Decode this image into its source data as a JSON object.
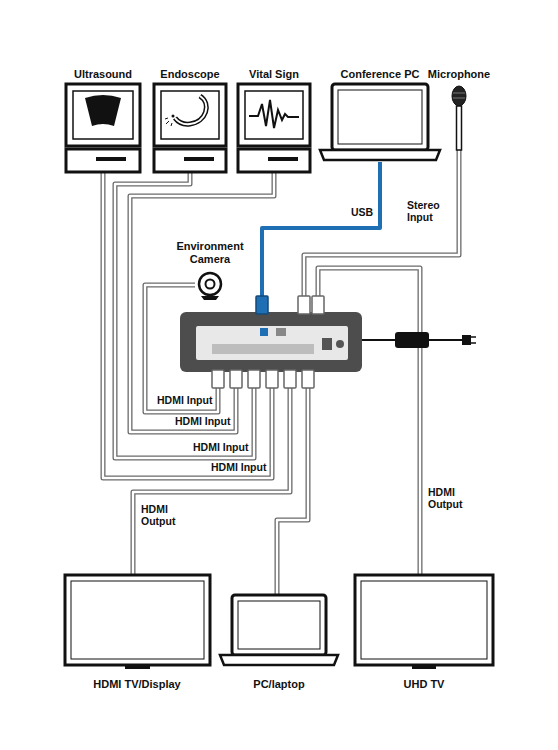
{
  "diagram": {
    "nodes": [
      {
        "text": [
          "Ultrasound"
        ]
      },
      {
        "text": [
          "Endoscope"
        ]
      },
      {
        "text": [
          "Vital Sign"
        ]
      },
      {
        "text": [
          "Conference PC"
        ]
      },
      {
        "text": [
          "Microphone"
        ]
      },
      {
        "text": [
          "Environment Camera"
        ]
      },
      {
        "text": [
          "HDMI TV/Display"
        ]
      },
      {
        "text": [
          "PC/laptop"
        ]
      },
      {
        "text": [
          "UHD TV"
        ]
      }
    ],
    "labels": [
      "USB",
      "Stereo Input",
      "HDMI Input",
      "HDMI Input",
      "HDMI Input",
      "HDMI Input",
      "HDMI Output",
      "HDMI Output"
    ]
  }
}
